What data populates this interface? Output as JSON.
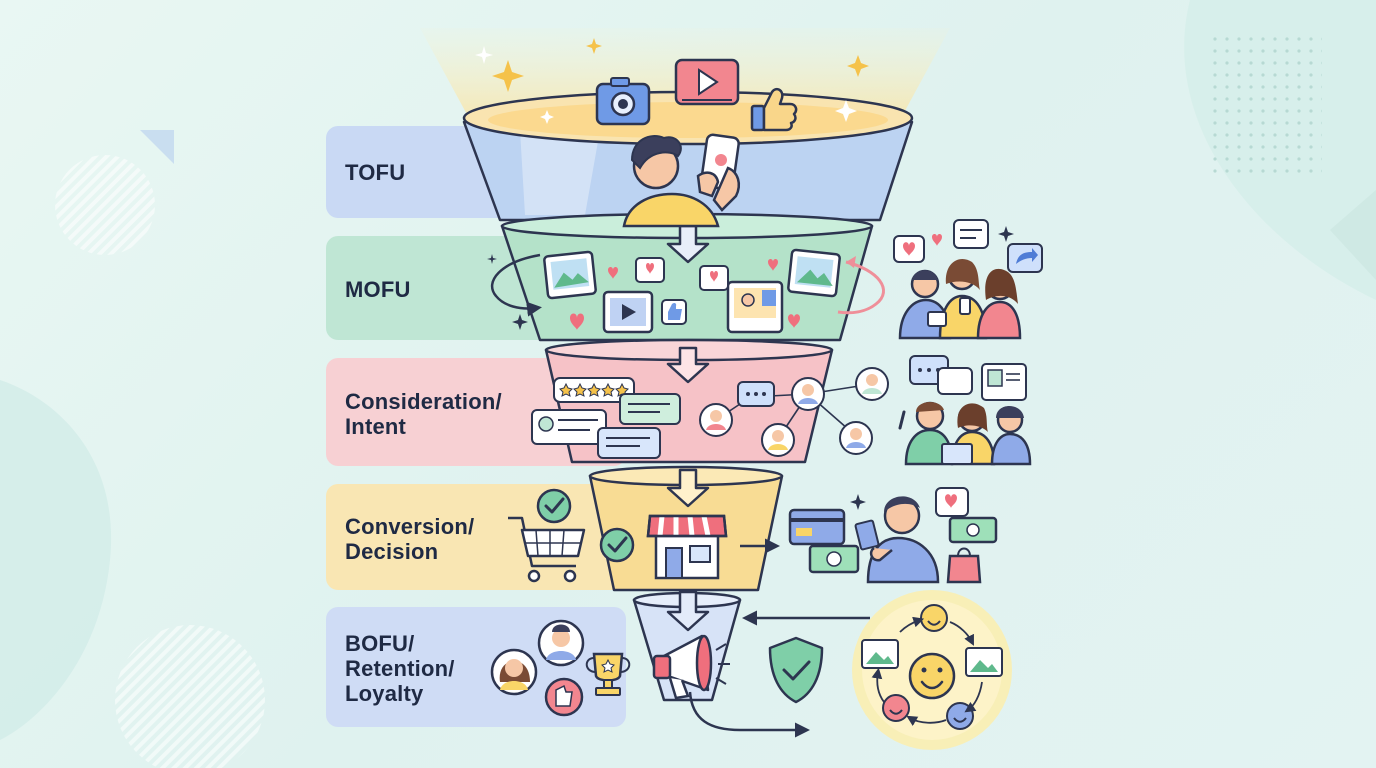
{
  "stages": [
    {
      "id": "tofu",
      "label": "TOFU",
      "color": "#c9d9f4"
    },
    {
      "id": "mofu",
      "label": "MOFU",
      "color": "#bfe6d4"
    },
    {
      "id": "consideration",
      "label": "Consideration/\nIntent",
      "color": "#f7d0d3"
    },
    {
      "id": "conversion",
      "label": "Conversion/\nDecision",
      "color": "#f9e6b3"
    },
    {
      "id": "bofu",
      "label": "BOFU/\nRetention/\nLoyalty",
      "color": "#cfdcf5"
    }
  ],
  "colors": {
    "outline": "#2d3550",
    "accent_blue": "#4f7cd6",
    "accent_green": "#4fb58a",
    "accent_pink": "#ef6f7d",
    "accent_yellow": "#f5c24a"
  },
  "icons": [
    "camera-icon",
    "video-play-icon",
    "thumbs-up-icon",
    "sparkle-icon",
    "smartphone-icon",
    "image-icon",
    "heart-icon",
    "chat-bubble-icon",
    "share-icon",
    "five-star-rating-icon",
    "avatar-icon",
    "shopping-cart-icon",
    "check-circle-icon",
    "storefront-icon",
    "credit-card-icon",
    "cash-icon",
    "shopping-bag-icon",
    "shield-check-icon",
    "megaphone-icon",
    "trophy-icon",
    "smiley-icon",
    "arrow-icon"
  ]
}
